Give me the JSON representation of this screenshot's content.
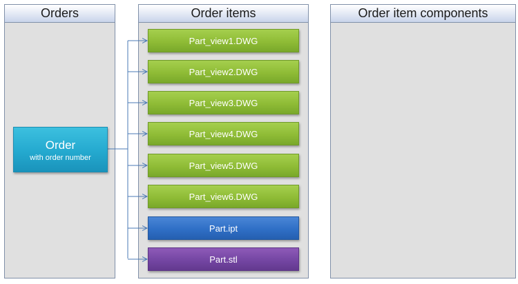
{
  "columns": {
    "orders": {
      "title": "Orders"
    },
    "order_items": {
      "title": "Order items"
    },
    "components": {
      "title": "Order item components"
    }
  },
  "order": {
    "title": "Order",
    "subtitle": "with  order number"
  },
  "items": [
    {
      "label": "Part_view1.DWG",
      "color": "green"
    },
    {
      "label": "Part_view2.DWG",
      "color": "green"
    },
    {
      "label": "Part_view3.DWG",
      "color": "green"
    },
    {
      "label": "Part_view4.DWG",
      "color": "green"
    },
    {
      "label": "Part_view5.DWG",
      "color": "green"
    },
    {
      "label": "Part_view6.DWG",
      "color": "green"
    },
    {
      "label": "Part.ipt",
      "color": "blue"
    },
    {
      "label": "Part.stl",
      "color": "purple"
    }
  ],
  "colors": {
    "green": "#8fbc36",
    "blue": "#2f6fc6",
    "purple": "#7446a3",
    "order": "#24a9cf",
    "connector": "#4a7ab5"
  }
}
